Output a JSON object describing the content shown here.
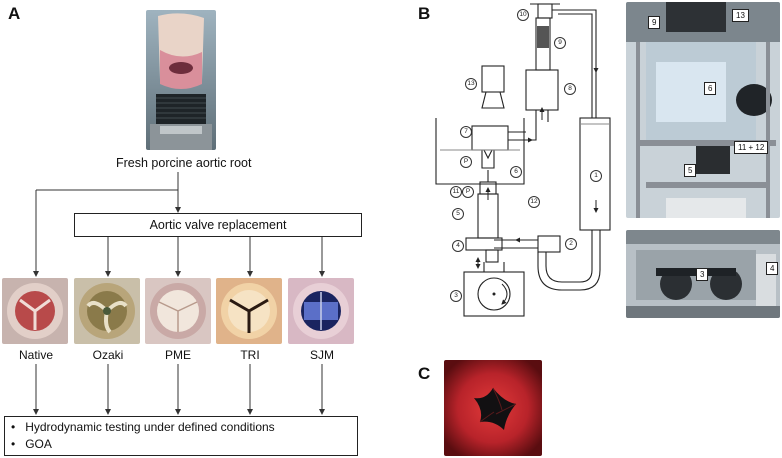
{
  "panel_a": {
    "letter": "A",
    "root_label": "Fresh porcine aortic root",
    "replacement_label": "Aortic valve replacement",
    "valves": [
      {
        "label": "Native"
      },
      {
        "label": "Ozaki"
      },
      {
        "label": "PME"
      },
      {
        "label": "TRI"
      },
      {
        "label": "SJM"
      }
    ],
    "bullets": [
      "Hydrodynamic testing under defined conditions",
      "GOA"
    ]
  },
  "panel_b": {
    "letter": "B",
    "circle_numbers": [
      "1",
      "2",
      "3",
      "4",
      "5",
      "6",
      "7",
      "8",
      "9",
      "10",
      "11",
      "12",
      "13",
      "P",
      "P"
    ],
    "photo_tags": [
      "9",
      "13",
      "6",
      "11 + 12",
      "5",
      "3",
      "4"
    ]
  },
  "panel_c": {
    "letter": "C"
  },
  "colors": {
    "tissue_red": "#b8232a",
    "blue_light": "#d9e6f0",
    "frame_grey": "#8a8f96"
  }
}
